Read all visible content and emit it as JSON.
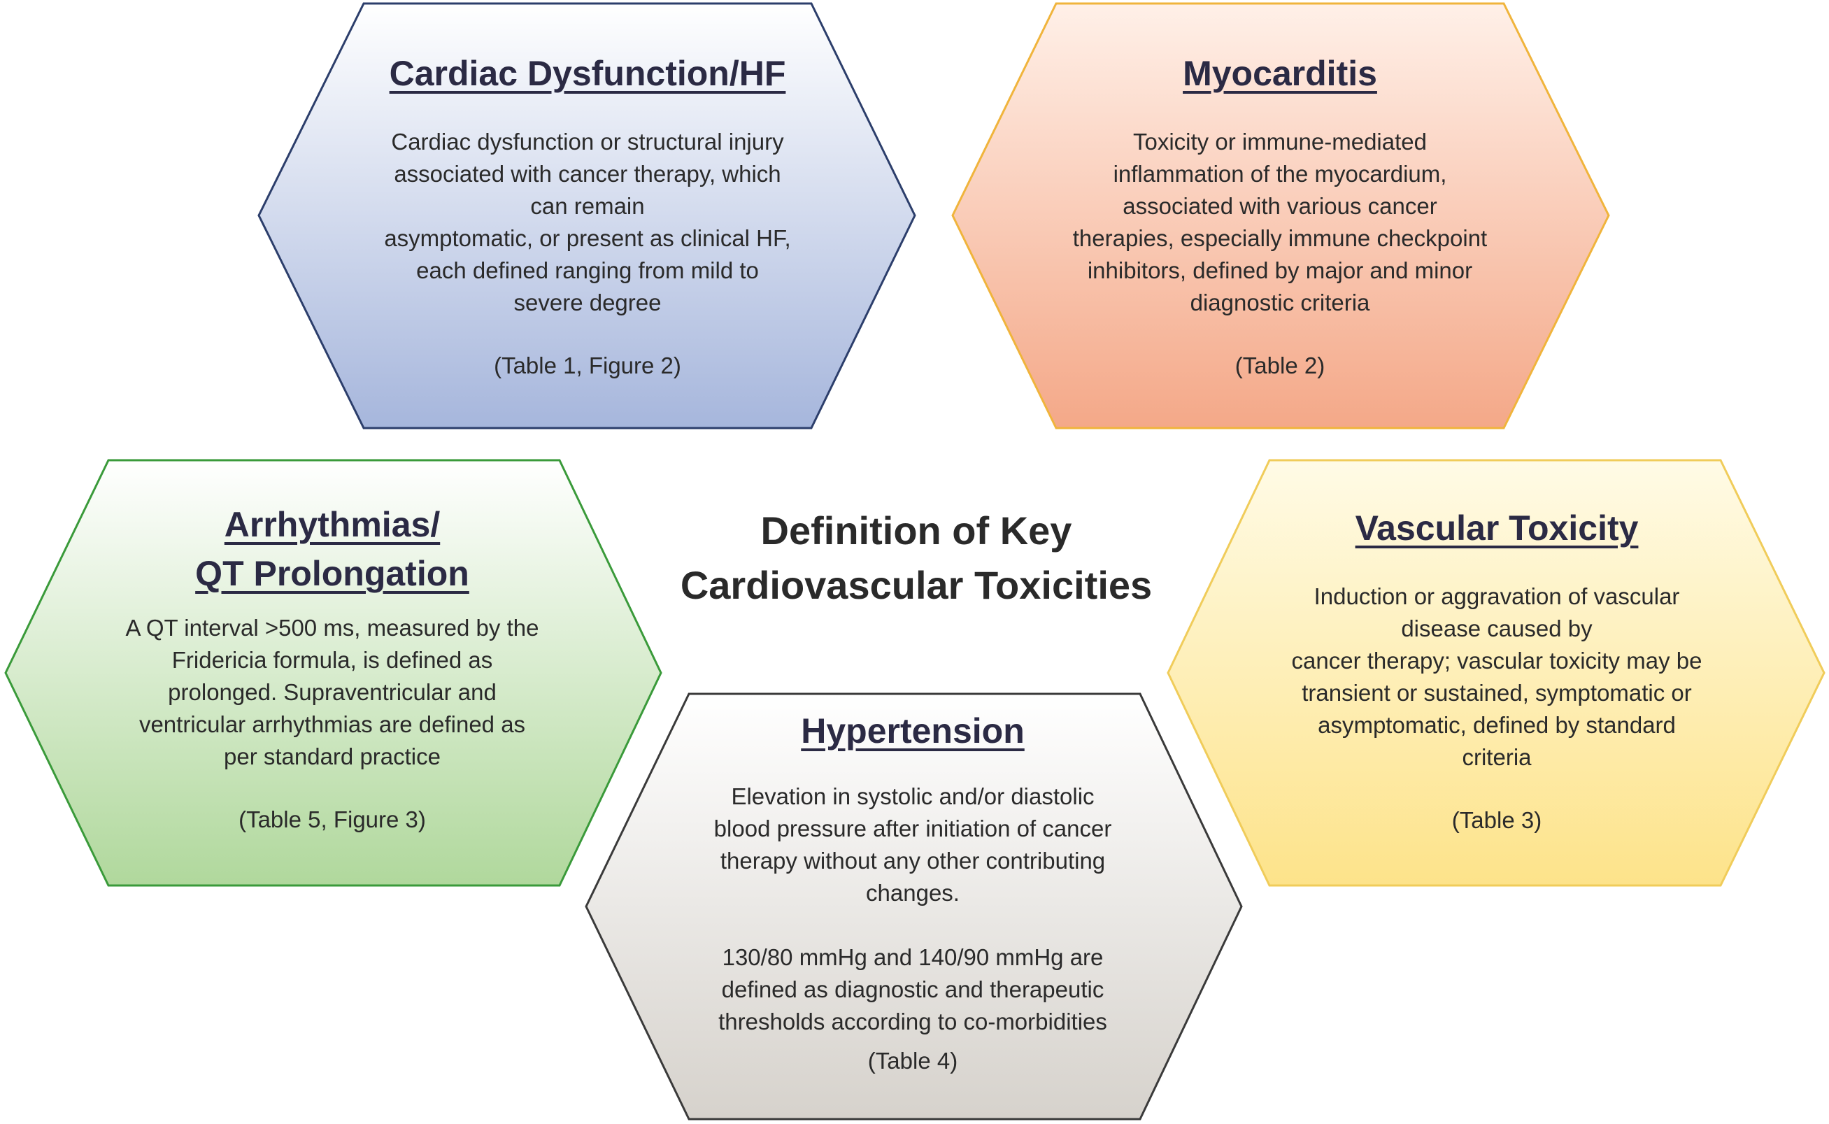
{
  "center_title": "Definition of Key\nCardiovascular Toxicities",
  "colors": {
    "cardiac_fill_top": "#ffffff",
    "cardiac_fill_bottom": "#a6b6dc",
    "cardiac_stroke": "#2c3e6b",
    "myocarditis_fill_top": "#fff0e8",
    "myocarditis_fill_bottom": "#f4a888",
    "myocarditis_stroke": "#f0b43c",
    "arrhythmia_fill_top": "#ffffff",
    "arrhythmia_fill_bottom": "#b0d89c",
    "arrhythmia_stroke": "#3a9a3a",
    "vascular_fill_top": "#fffbe6",
    "vascular_fill_bottom": "#fde38a",
    "vascular_stroke": "#f0cc5a",
    "hypertension_fill_top": "#ffffff",
    "hypertension_fill_bottom": "#d6d2cc",
    "hypertension_stroke": "#3a3a3a"
  },
  "hexagons": {
    "cardiac": {
      "title": "Cardiac Dysfunction/HF",
      "body": "Cardiac dysfunction or structural injury\nassociated with cancer therapy, which\ncan remain\nasymptomatic, or present as clinical HF,\neach defined ranging from mild to\nsevere degree",
      "reference": "(Table 1, Figure 2)"
    },
    "myocarditis": {
      "title": "Myocarditis",
      "body": "Toxicity or immune-mediated\ninflammation of the myocardium,\nassociated with various cancer\ntherapies, especially immune checkpoint\ninhibitors, defined by major and minor\ndiagnostic criteria",
      "reference": "(Table 2)"
    },
    "arrhythmia": {
      "title": "Arrhythmias/\nQT Prolongation",
      "body": "A QT interval >500 ms, measured by the\nFridericia formula, is defined as\nprolonged. Supraventricular and\nventricular arrhythmias are defined as\nper standard practice",
      "reference": "(Table 5, Figure 3)"
    },
    "vascular": {
      "title": "Vascular Toxicity",
      "body": "Induction or aggravation of vascular\ndisease caused by\ncancer therapy; vascular toxicity may be\ntransient or sustained, symptomatic or\nasymptomatic, defined by standard\ncriteria",
      "reference": "(Table 3)"
    },
    "hypertension": {
      "title": "Hypertension",
      "body": "Elevation in systolic and/or diastolic\nblood pressure after initiation of cancer\ntherapy without any other contributing\nchanges.\n\n130/80 mmHg and 140/90 mmHg are\ndefined as diagnostic and therapeutic\nthresholds according to co-morbidities",
      "reference": "(Table 4)"
    }
  }
}
